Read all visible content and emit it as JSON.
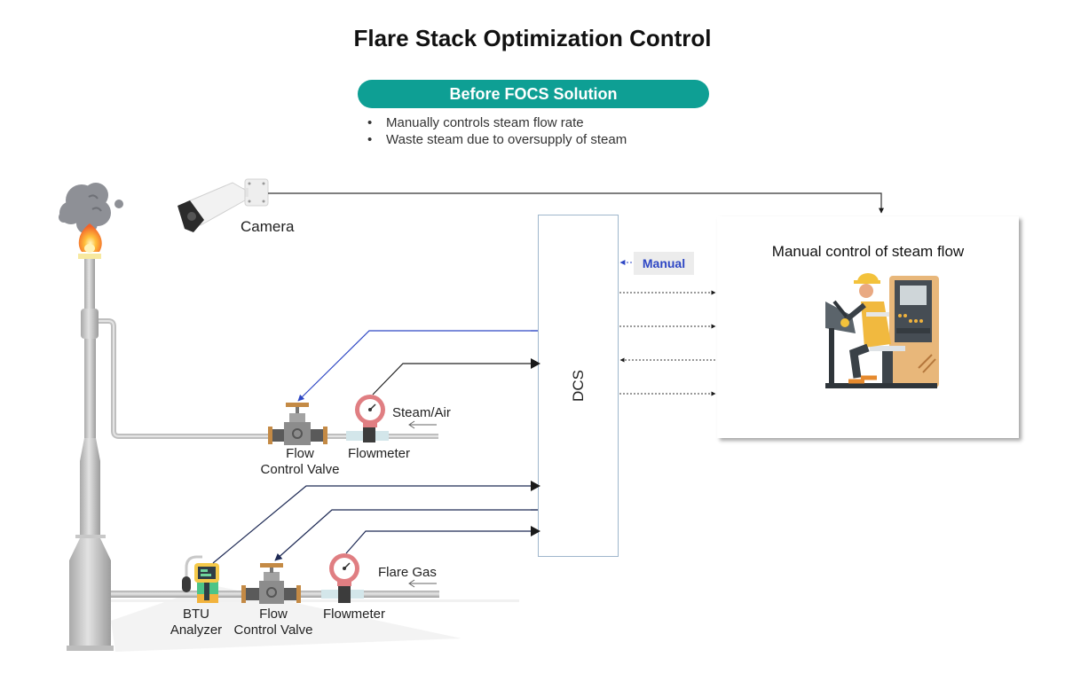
{
  "title": "Flare Stack Optimization Control",
  "banner": {
    "label": "Before FOCS Solution",
    "color": "#0e9f94"
  },
  "bullets": [
    "Manually controls steam flow rate",
    "Waste steam due to oversupply of steam"
  ],
  "components": {
    "camera": "Camera",
    "dcs": "DCS",
    "manual_tag": "Manual",
    "manual_panel_title": "Manual control of steam flow",
    "steam_line": {
      "medium": "Steam/Air",
      "valve_line1": "Flow",
      "valve_line2": "Control Valve",
      "flowmeter": "Flowmeter"
    },
    "gas_line": {
      "medium": "Flare Gas",
      "btu_line1": "BTU",
      "btu_line2": "Analyzer",
      "valve_line1": "Flow",
      "valve_line2": "Control Valve",
      "flowmeter": "Flowmeter"
    }
  },
  "icons": {
    "flare": "flame-smoke-icon",
    "camera": "bullet-camera-icon",
    "operator": "operator-console-icon",
    "valve": "gate-valve-icon",
    "flowmeter": "gauge-icon",
    "btu": "analyzer-icon"
  },
  "colors": {
    "manual_link": "#2e47c4",
    "signal": "#222222",
    "box_border": "#9fb6cc"
  }
}
